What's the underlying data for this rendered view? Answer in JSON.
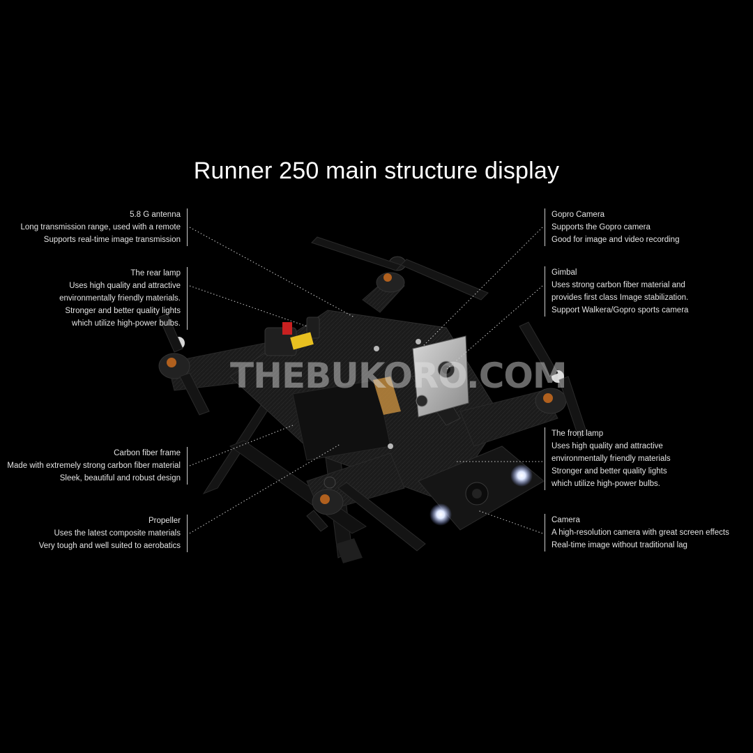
{
  "title": "Runner 250 main structure display",
  "watermark": "THEBUKORO.COM",
  "callouts": {
    "antenna": {
      "heading": "5.8 G antenna",
      "lines": [
        "Long transmission range, used with a remote",
        "Supports real-time image transmission"
      ]
    },
    "rear_lamp": {
      "heading": "The rear lamp",
      "lines": [
        "Uses high quality and attractive",
        "environmentally friendly materials.",
        "Stronger and better quality lights",
        "which utilize high-power bulbs."
      ]
    },
    "frame": {
      "heading": "Carbon fiber frame",
      "lines": [
        "Made with extremely strong carbon fiber material",
        "Sleek, beautiful and robust design"
      ]
    },
    "propeller": {
      "heading": "Propeller",
      "lines": [
        "Uses the latest composite materials",
        "Very tough and well suited to aerobatics"
      ]
    },
    "gopro": {
      "heading": "Gopro Camera",
      "lines": [
        "Supports the Gopro camera",
        "Good for image and video recording"
      ]
    },
    "gimbal": {
      "heading": "Gimbal",
      "lines": [
        "Uses strong carbon fiber material and",
        "provides first class Image stabilization.",
        "Support Walkera/Gopro sports camera"
      ]
    },
    "front_lamp": {
      "heading": "The front lamp",
      "lines": [
        "Uses high quality and attractive",
        "environmentally friendly materials",
        "Stronger and better quality lights",
        "which utilize high-power bulbs."
      ]
    },
    "camera": {
      "heading": "Camera",
      "lines": [
        "A high-resolution camera with great screen effects",
        "Real-time image without traditional lag"
      ]
    }
  },
  "colors": {
    "background": "#000000",
    "text": "#e4e4e4",
    "leader": "#cfcfcf",
    "carbon": "#1b1b1b",
    "lamp": "#dfe8ff",
    "motor_accent": "#b0601e",
    "battery_plug": "#e8c020"
  }
}
